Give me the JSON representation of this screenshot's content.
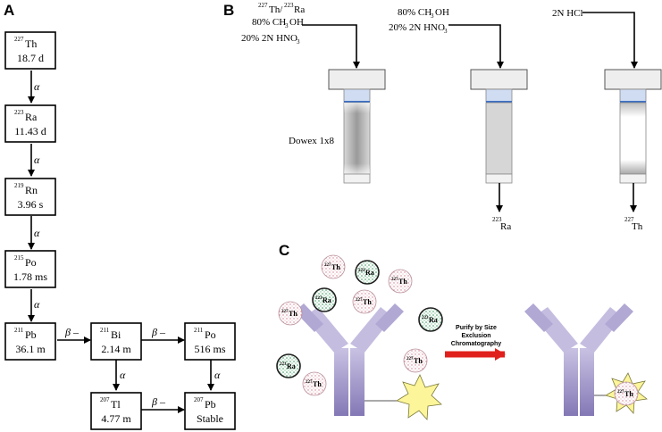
{
  "panels": {
    "a": "A",
    "b": "B",
    "c": "C"
  },
  "decay_chain": {
    "nodes": [
      {
        "id": "th227",
        "mass": "227",
        "symbol": "Th",
        "halflife": "18.7 d"
      },
      {
        "id": "ra223",
        "mass": "223",
        "symbol": "Ra",
        "halflife": "11.43 d"
      },
      {
        "id": "rn219",
        "mass": "219",
        "symbol": "Rn",
        "halflife": "3.96 s"
      },
      {
        "id": "po215",
        "mass": "215",
        "symbol": "Po",
        "halflife": "1.78 ms"
      },
      {
        "id": "pb211",
        "mass": "211",
        "symbol": "Pb",
        "halflife": "36.1 m"
      },
      {
        "id": "bi211",
        "mass": "211",
        "symbol": "Bi",
        "halflife": "2.14 m"
      },
      {
        "id": "po211",
        "mass": "211",
        "symbol": "Po",
        "halflife": "516 ms"
      },
      {
        "id": "tl207",
        "mass": "207",
        "symbol": "Tl",
        "halflife": "4.77 m"
      },
      {
        "id": "pb207",
        "mass": "207",
        "symbol": "Pb",
        "halflife": "Stable"
      }
    ],
    "alpha": "α",
    "beta": "β –"
  },
  "columns": {
    "feed_line1_mass1": "227",
    "feed_line1_sym1": "Th/",
    "feed_line1_mass2": "223",
    "feed_line1_sym2": "Ra",
    "feed_line2": "80% CH",
    "feed_line2_sub": "3",
    "feed_line2_end": "OH",
    "feed_line3": "20% 2N HNO",
    "feed_line3_sub": "3",
    "wash_line1": "80% CH",
    "wash_line1_sub": "3",
    "wash_line1_end": "OH",
    "wash_line2": "20% 2N HNO",
    "wash_line2_sub": "3",
    "elute_label": "2N HCl",
    "resin_label": "Dowex 1x8",
    "out_ra_mass": "223",
    "out_ra_sym": "Ra",
    "out_th_mass": "227",
    "out_th_sym": "Th"
  },
  "purification": {
    "arrow_label_1": "Purify by Size",
    "arrow_label_2": "Exclusion",
    "arrow_label_3": "Chromatography",
    "th_mass": "227",
    "th_sym": "Th",
    "ra_mass": "223",
    "ra_sym": "Ra"
  },
  "colors": {
    "antibody": "#8a7fb8",
    "antibody_light": "#b9b1d8",
    "chelator": "#fdf59a",
    "arrow_red": "#e0201c",
    "ra_dots": "#3a9a5c",
    "th_dots": "#d27a8c"
  }
}
